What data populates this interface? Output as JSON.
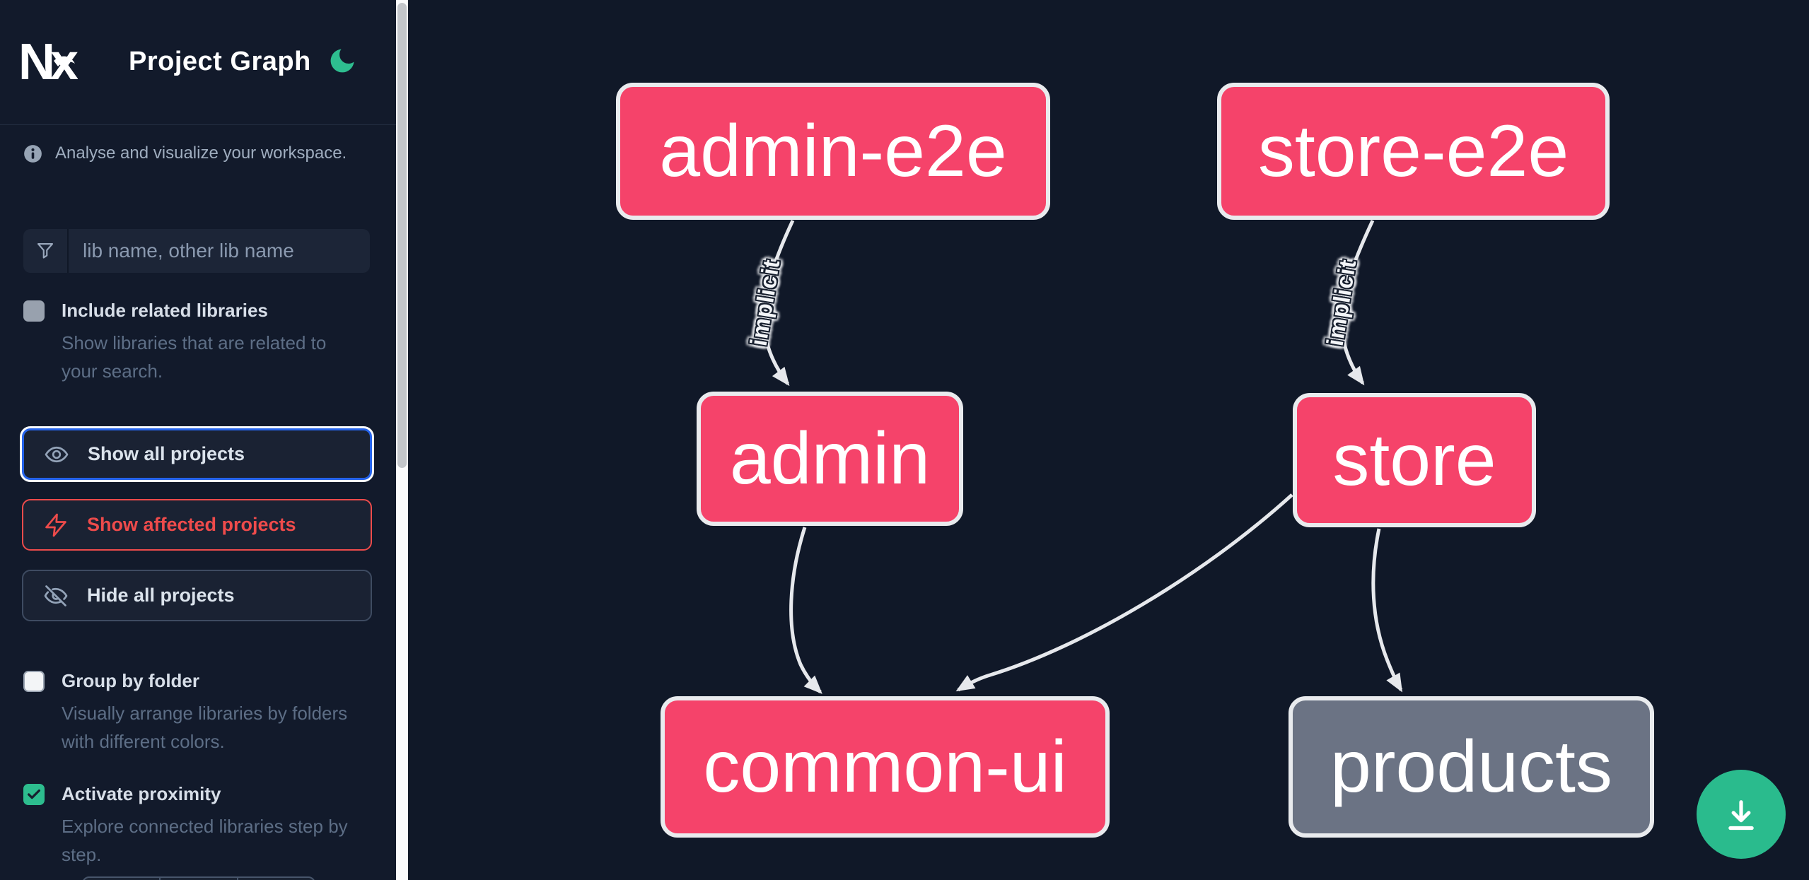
{
  "header": {
    "logo": "Nx",
    "title": "Project Graph"
  },
  "sidebar": {
    "tagline": "Analyse and visualize your workspace.",
    "search": {
      "placeholder": "lib name, other lib name",
      "value": ""
    },
    "include_related": {
      "label": "Include related libraries",
      "description": "Show libraries that are related to your search.",
      "checked": false
    },
    "actions": {
      "show_all": "Show all projects",
      "show_affected": "Show affected projects",
      "hide_all": "Hide all projects"
    },
    "group_by_folder": {
      "label": "Group by folder",
      "description": "Visually arrange libraries by folders with different colors.",
      "checked": false
    },
    "activate_proximity": {
      "label": "Activate proximity",
      "description": "Explore connected libraries step by step.",
      "checked": true
    }
  },
  "graph": {
    "nodes": [
      {
        "id": "admin-e2e",
        "label": "admin-e2e",
        "state": "affected"
      },
      {
        "id": "store-e2e",
        "label": "store-e2e",
        "state": "affected"
      },
      {
        "id": "admin",
        "label": "admin",
        "state": "affected"
      },
      {
        "id": "store",
        "label": "store",
        "state": "affected"
      },
      {
        "id": "common-ui",
        "label": "common-ui",
        "state": "affected"
      },
      {
        "id": "products",
        "label": "products",
        "state": "default"
      }
    ],
    "edges": [
      {
        "from": "admin-e2e",
        "to": "admin",
        "label": "implicit"
      },
      {
        "from": "store-e2e",
        "to": "store",
        "label": "implicit"
      },
      {
        "from": "admin",
        "to": "common-ui",
        "label": ""
      },
      {
        "from": "store",
        "to": "common-ui",
        "label": ""
      },
      {
        "from": "store",
        "to": "products",
        "label": ""
      }
    ]
  },
  "colors": {
    "affected_node": "#f5436a",
    "default_node": "#6b7384",
    "node_border": "#e9ebee",
    "edge": "#e6e8ec",
    "accent_green": "#2dbd8e",
    "accent_blue": "#2563eb",
    "accent_red": "#ee4b4b",
    "sidebar_bg": "#121a2b",
    "canvas_bg": "#101828"
  }
}
